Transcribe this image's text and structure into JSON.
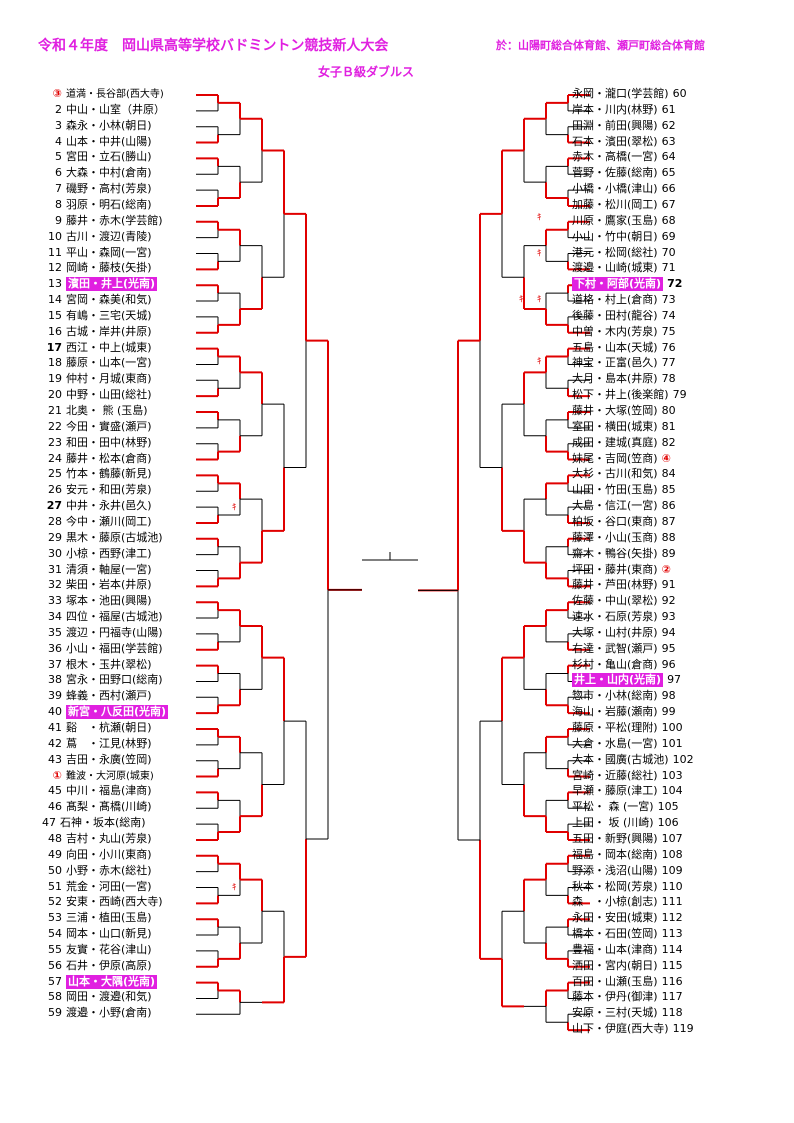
{
  "header": {
    "title": "令和４年度　岡山県高等学校バドミントン競技新人大会",
    "venue": "於：山陽町総合体育館、瀬戸町総合体育館",
    "subtitle": "女子Ｂ級ダブルス"
  },
  "left_entries": [
    {
      "num": "③",
      "name": "道満・長谷部(西大寺)",
      "seed": true
    },
    {
      "num": "2",
      "name": "中山・山室（井原）"
    },
    {
      "num": "3",
      "name": "森永・小林(朝日)"
    },
    {
      "num": "4",
      "name": "山本・中井(山陽)"
    },
    {
      "num": "5",
      "name": "宮田・立石(勝山)"
    },
    {
      "num": "6",
      "name": "大森・中村(倉南)"
    },
    {
      "num": "7",
      "name": "磯野・高村(芳泉)"
    },
    {
      "num": "8",
      "name": "羽原・明石(総南)"
    },
    {
      "num": "9",
      "name": "藤井・赤木(学芸館)"
    },
    {
      "num": "10",
      "name": "古川・渡辺(青陵)"
    },
    {
      "num": "11",
      "name": "平山・森岡(一宮)"
    },
    {
      "num": "12",
      "name": "岡崎・藤枝(矢掛)"
    },
    {
      "num": "13",
      "name": "濱田・井上(光南)",
      "highlight": true
    },
    {
      "num": "14",
      "name": "宮岡・森美(和気)"
    },
    {
      "num": "15",
      "name": "有嶋・三宅(天城)"
    },
    {
      "num": "16",
      "name": "古城・岸井(井原)"
    },
    {
      "num": "17",
      "name": "西江・中上(城東)",
      "bold": true
    },
    {
      "num": "18",
      "name": "藤原・山本(一宮)"
    },
    {
      "num": "19",
      "name": "仲村・月城(東商)"
    },
    {
      "num": "20",
      "name": "中野・山田(総社)"
    },
    {
      "num": "21",
      "name": "北奥・ 熊 (玉島)"
    },
    {
      "num": "22",
      "name": "今田・實盛(瀬戸)"
    },
    {
      "num": "23",
      "name": "和田・田中(林野)"
    },
    {
      "num": "24",
      "name": "藤井・松本(倉商)"
    },
    {
      "num": "25",
      "name": "竹本・鶴藤(新見)"
    },
    {
      "num": "26",
      "name": "安元・和田(芳泉)"
    },
    {
      "num": "27",
      "name": "中井・永井(邑久)",
      "bold": true
    },
    {
      "num": "28",
      "name": "今中・瀬川(岡工)"
    },
    {
      "num": "29",
      "name": "黒木・藤原(古城池)"
    },
    {
      "num": "30",
      "name": "小椋・西野(津工)"
    },
    {
      "num": "31",
      "name": "清須・軸屋(一宮)"
    },
    {
      "num": "32",
      "name": "柴田・岩本(井原)"
    },
    {
      "num": "33",
      "name": "塚本・池田(興陽)"
    },
    {
      "num": "34",
      "name": "四位・福屋(古城池)"
    },
    {
      "num": "35",
      "name": "渡辺・円福寺(山陽)"
    },
    {
      "num": "36",
      "name": "小山・福田(学芸館)"
    },
    {
      "num": "37",
      "name": "根木・玉井(翠松)"
    },
    {
      "num": "38",
      "name": "宮永・田野口(総南)"
    },
    {
      "num": "39",
      "name": "蜂義・西村(瀬戸)"
    },
    {
      "num": "40",
      "name": "新宮・八反田(光南)",
      "highlight": true
    },
    {
      "num": "41",
      "name": "谿　・杭瀬(朝日)"
    },
    {
      "num": "42",
      "name": "蔦　・江見(林野)"
    },
    {
      "num": "43",
      "name": "吉田・永廣(笠岡)"
    },
    {
      "num": "①",
      "name": "難波・大河原(城東)",
      "seed": true
    },
    {
      "num": "45",
      "name": "中川・福島(津商)"
    },
    {
      "num": "46",
      "name": "髙梨・髙橋(川崎)"
    },
    {
      "num": "47",
      "name": "石神・坂本(総南)",
      "tight": true
    },
    {
      "num": "48",
      "name": "吉村・丸山(芳泉)"
    },
    {
      "num": "49",
      "name": "向田・小川(東商)"
    },
    {
      "num": "50",
      "name": "小野・赤木(総社)"
    },
    {
      "num": "51",
      "name": "荒金・河田(一宮)"
    },
    {
      "num": "52",
      "name": "安東・西崎(西大寺)"
    },
    {
      "num": "53",
      "name": "三浦・植田(玉島)"
    },
    {
      "num": "54",
      "name": "岡本・山口(新見)"
    },
    {
      "num": "55",
      "name": "友實・花谷(津山)"
    },
    {
      "num": "56",
      "name": "石井・伊原(高原)"
    },
    {
      "num": "57",
      "name": "山本・大隅(光南)",
      "highlight": true
    },
    {
      "num": "58",
      "name": "岡田・渡邉(和気)"
    },
    {
      "num": "59",
      "name": "渡邉・小野(倉南)"
    }
  ],
  "right_entries": [
    {
      "num": "60",
      "name": "永岡・瀧口(学芸館)"
    },
    {
      "num": "61",
      "name": "岸本・川内(林野)"
    },
    {
      "num": "62",
      "name": "田淵・前田(興陽)"
    },
    {
      "num": "63",
      "name": "石本・濱田(翠松)"
    },
    {
      "num": "64",
      "name": "赤木・高橋(一宮)"
    },
    {
      "num": "65",
      "name": "菅野・佐藤(総南)"
    },
    {
      "num": "66",
      "name": "小橋・小橋(津山)"
    },
    {
      "num": "67",
      "name": "加藤・松川(岡工)"
    },
    {
      "num": "68",
      "name": "川原・鷹家(玉島)"
    },
    {
      "num": "69",
      "name": "小山・竹中(朝日)"
    },
    {
      "num": "70",
      "name": "港元・松岡(総社)"
    },
    {
      "num": "71",
      "name": "渡邉・山崎(城東)"
    },
    {
      "num": "72",
      "name": "下村・阿部(光南)",
      "highlight": true,
      "bold": true
    },
    {
      "num": "73",
      "name": "道格・村上(倉商)"
    },
    {
      "num": "74",
      "name": "後藤・田村(龍谷)"
    },
    {
      "num": "75",
      "name": "中曽・木内(芳泉)"
    },
    {
      "num": "76",
      "name": "五島・山本(天城)"
    },
    {
      "num": "77",
      "name": "神宝・正富(邑久)"
    },
    {
      "num": "78",
      "name": "大月・島本(井原)"
    },
    {
      "num": "79",
      "name": "松下・井上(後楽館)",
      "tight": true
    },
    {
      "num": "80",
      "name": "藤井・大塚(笠岡)"
    },
    {
      "num": "81",
      "name": "室田・横田(城東)"
    },
    {
      "num": "82",
      "name": "成田・建城(真庭)"
    },
    {
      "num": "④",
      "name": "妹尾・吉岡(笠商)",
      "seed": true
    },
    {
      "num": "84",
      "name": "大杉・古川(和気)"
    },
    {
      "num": "85",
      "name": "山田・竹田(玉島)"
    },
    {
      "num": "86",
      "name": "大島・信江(一宮)"
    },
    {
      "num": "87",
      "name": "柏坂・谷口(東商)"
    },
    {
      "num": "88",
      "name": "藤澤・小山(玉商)"
    },
    {
      "num": "89",
      "name": "齋木・鴨谷(矢掛)"
    },
    {
      "num": "②",
      "name": "坪田・藤井(東商)",
      "seed": true
    },
    {
      "num": "91",
      "name": "藤井・芦田(林野)"
    },
    {
      "num": "92",
      "name": "佐藤・中山(翠松)"
    },
    {
      "num": "93",
      "name": "速水・石原(芳泉)"
    },
    {
      "num": "94",
      "name": "大塚・山村(井原)"
    },
    {
      "num": "95",
      "name": "右達・武智(瀬戸)"
    },
    {
      "num": "96",
      "name": "杉村・亀山(倉商)"
    },
    {
      "num": "97",
      "name": "井上・山内(光南)",
      "highlight": true
    },
    {
      "num": "98",
      "name": "惣市・小林(総南)"
    },
    {
      "num": "99",
      "name": "海山・岩藤(瀬南)"
    },
    {
      "num": "100",
      "name": "藤原・平松(理附)"
    },
    {
      "num": "101",
      "name": "大倉・水島(一宮)"
    },
    {
      "num": "102",
      "name": "大本・國廣(古城池)"
    },
    {
      "num": "103",
      "name": "宮崎・近藤(総社)"
    },
    {
      "num": "104",
      "name": "早瀬・藤原(津工)"
    },
    {
      "num": "105",
      "name": "平松・ 森 (一宮)"
    },
    {
      "num": "106",
      "name": "上田・ 坂 (川崎)"
    },
    {
      "num": "107",
      "name": "五田・新野(興陽)"
    },
    {
      "num": "108",
      "name": "福島・岡本(総南)"
    },
    {
      "num": "109",
      "name": "野添・浅沼(山陽)"
    },
    {
      "num": "110",
      "name": "秋本・松岡(芳泉)"
    },
    {
      "num": "111",
      "name": "森　・小椋(創志)"
    },
    {
      "num": "112",
      "name": "永田・安田(城東)"
    },
    {
      "num": "113",
      "name": "橋本・石田(笠岡)"
    },
    {
      "num": "114",
      "name": "豊福・山本(津商)"
    },
    {
      "num": "115",
      "name": "洒田・宮内(朝日)"
    },
    {
      "num": "116",
      "name": "百田・山瀬(玉島)"
    },
    {
      "num": "117",
      "name": "藤本・伊丹(御津)"
    },
    {
      "num": "118",
      "name": "安原・三村(天城)"
    },
    {
      "num": "119",
      "name": "山下・伊庭(西大寺)"
    }
  ],
  "colors": {
    "accent": "#e020e0",
    "bracket_red": "#e00000",
    "line_black": "#000000"
  },
  "kiken_mark": "ｷ"
}
